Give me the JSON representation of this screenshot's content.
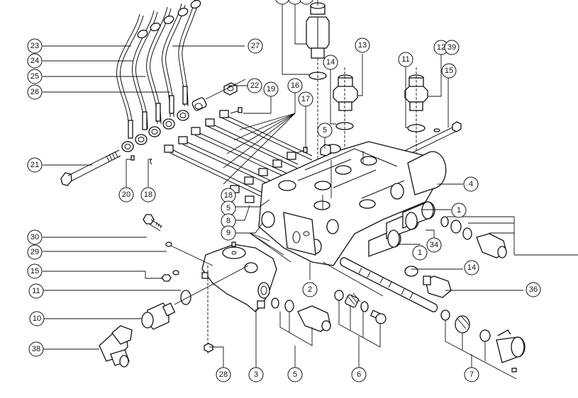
{
  "diagram": {
    "type": "exploded-parts-view",
    "callouts": [
      {
        "id": "c1a",
        "label": "1"
      },
      {
        "id": "c1b",
        "label": "1"
      },
      {
        "id": "c2",
        "label": "2"
      },
      {
        "id": "c3",
        "label": "3"
      },
      {
        "id": "c4",
        "label": "4"
      },
      {
        "id": "c5a",
        "label": "5"
      },
      {
        "id": "c5b",
        "label": "5"
      },
      {
        "id": "c5c",
        "label": "5"
      },
      {
        "id": "c6",
        "label": "6"
      },
      {
        "id": "c7",
        "label": "7"
      },
      {
        "id": "c8",
        "label": "8"
      },
      {
        "id": "c9",
        "label": "9"
      },
      {
        "id": "c10",
        "label": "10"
      },
      {
        "id": "c11a",
        "label": "11"
      },
      {
        "id": "c11b",
        "label": "11"
      },
      {
        "id": "c12",
        "label": "12"
      },
      {
        "id": "c39",
        "label": "39"
      },
      {
        "id": "c13",
        "label": "13"
      },
      {
        "id": "c14a",
        "label": "14"
      },
      {
        "id": "c14b",
        "label": "14"
      },
      {
        "id": "c15a",
        "label": "15"
      },
      {
        "id": "c15b",
        "label": "15"
      },
      {
        "id": "c16",
        "label": "16"
      },
      {
        "id": "c17",
        "label": "17"
      },
      {
        "id": "c18a",
        "label": "18"
      },
      {
        "id": "c18b",
        "label": "18"
      },
      {
        "id": "c19",
        "label": "19"
      },
      {
        "id": "c20",
        "label": "20"
      },
      {
        "id": "c21",
        "label": "21"
      },
      {
        "id": "c22",
        "label": "22"
      },
      {
        "id": "c23",
        "label": "23"
      },
      {
        "id": "c24",
        "label": "24"
      },
      {
        "id": "c25",
        "label": "25"
      },
      {
        "id": "c26",
        "label": "26"
      },
      {
        "id": "c27",
        "label": "27"
      },
      {
        "id": "c28",
        "label": "28"
      },
      {
        "id": "c29",
        "label": "29"
      },
      {
        "id": "c30",
        "label": "30"
      },
      {
        "id": "c34",
        "label": "34"
      },
      {
        "id": "c36",
        "label": "36"
      },
      {
        "id": "c38",
        "label": "38"
      }
    ]
  }
}
